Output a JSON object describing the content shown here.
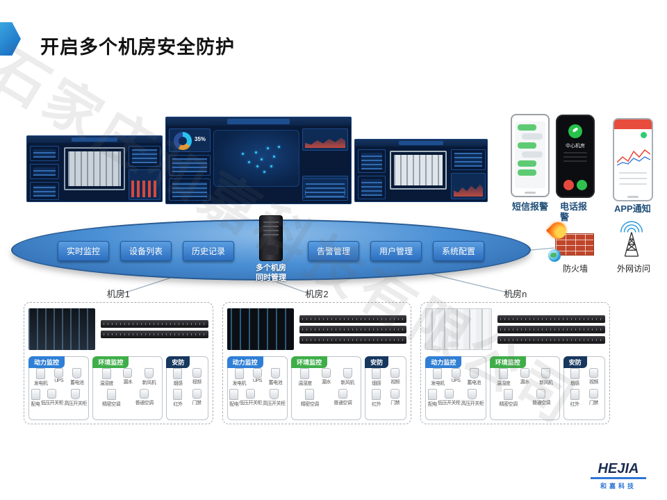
{
  "slide": {
    "title": "开启多个机房安全防护"
  },
  "watermark": {
    "text": "石家庄和嘉科技有限公司"
  },
  "alerts": {
    "sms_label": "短信报警",
    "phone_label": "电话报警",
    "app_label": "APP通知",
    "call_screen_text": "中心机房"
  },
  "dashboards": {
    "donut_value": "35%"
  },
  "hub": {
    "buttons": [
      "实时监控",
      "设备列表",
      "历史记录",
      "告警管理",
      "用户管理",
      "系统配置"
    ],
    "caption_line1": "多个机房",
    "caption_line2": "同时管理"
  },
  "network": {
    "firewall_label": "防火墙",
    "extranet_label": "外网访问"
  },
  "rooms": [
    {
      "label": "机房1",
      "racks": 2
    },
    {
      "label": "机房2",
      "racks": 3
    },
    {
      "label": "机房n",
      "racks": 3
    }
  ],
  "panels": {
    "power": {
      "title": "动力监控",
      "row1": [
        "发电机",
        "UPS",
        "蓄电池"
      ],
      "row2": [
        "配电",
        "低压开关柜",
        "高压开关柜"
      ]
    },
    "env": {
      "title": "环境监控",
      "row1": [
        "温湿度",
        "漏水",
        "新风机"
      ],
      "row2": [
        "精密空调",
        "普通空调"
      ]
    },
    "security": {
      "title": "安防",
      "row1": [
        "烟感",
        "视频"
      ],
      "row2": [
        "红外",
        "门禁"
      ]
    }
  },
  "logo": {
    "name": "HEJIA",
    "sub": "和嘉科技"
  }
}
